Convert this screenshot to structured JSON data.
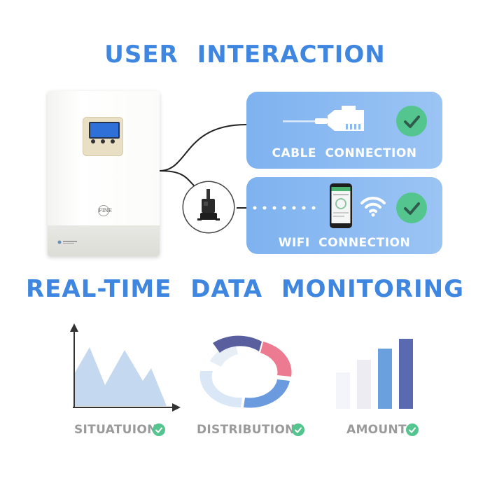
{
  "headings": {
    "top": "USER INTERACTION",
    "middle": "REAL-TIME DATA MONITORING"
  },
  "inverter": {
    "brand": "FINE",
    "icon": "inverter-device"
  },
  "connections": {
    "cable": {
      "label": "CABLE CONNECTION",
      "icon": "ethernet-plug-icon",
      "status_icon": "check-icon"
    },
    "wifi": {
      "label": "WIFI CONNECTION",
      "icons": [
        "smartphone-icon",
        "wifi-icon"
      ],
      "status_icon": "check-icon"
    }
  },
  "monitoring": {
    "items": [
      {
        "label": "SITUATUION",
        "icon": "area-chart-icon"
      },
      {
        "label": "DISTRIBUTION",
        "icon": "ring-chart-icon"
      },
      {
        "label": "AMOUNT",
        "icon": "bar-chart-icon"
      }
    ]
  },
  "colors": {
    "accent_blue": "#3e86e0",
    "card_blue": "#8bbaf1",
    "check_green": "#55c58f",
    "label_gray": "#9a9a9a"
  }
}
